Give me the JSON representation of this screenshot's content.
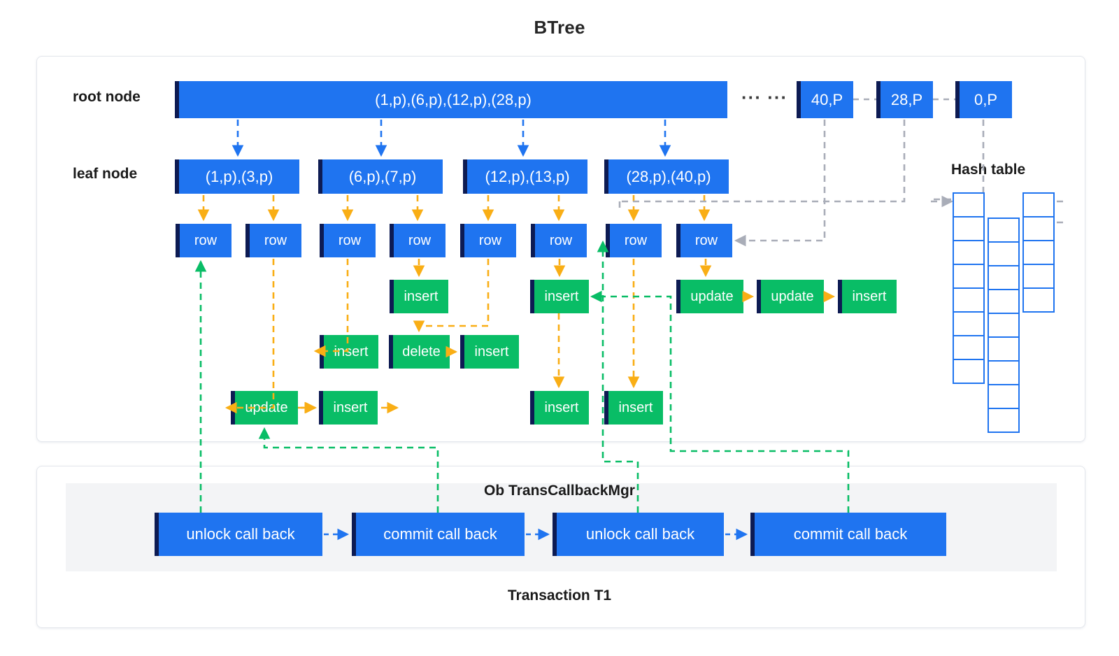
{
  "title": "BTree",
  "labels": {
    "root_node": "root node",
    "leaf_node": "leaf node",
    "hash_table": "Hash table",
    "callback_mgr": "Ob TransCallbackMgr",
    "transaction": "Transaction T1",
    "ellipsis": "··· ···"
  },
  "colors": {
    "blue": "#1f74f0",
    "green": "#09bd66",
    "navy": "#0d1b53",
    "orange": "#f9ae15",
    "gray": "#a9adb8",
    "panel_border": "#e3e6ec",
    "band": "#f3f4f6"
  },
  "btree": {
    "root": {
      "label": "(1,p),(6,p),(12,p),(28,p)"
    },
    "root_chain": [
      {
        "label": "40,P"
      },
      {
        "label": "28,P"
      },
      {
        "label": "0,P"
      }
    ],
    "leaves": [
      {
        "label": "(1,p),(3,p)"
      },
      {
        "label": "(6,p),(7,p)"
      },
      {
        "label": "(12,p),(13,p)"
      },
      {
        "label": "(28,p),(40,p)"
      }
    ],
    "rows": [
      {
        "label": "row"
      },
      {
        "label": "row"
      },
      {
        "label": "row"
      },
      {
        "label": "row"
      },
      {
        "label": "row"
      },
      {
        "label": "row"
      },
      {
        "label": "row"
      },
      {
        "label": "row"
      }
    ],
    "ops": [
      {
        "label": "insert"
      },
      {
        "label": "insert"
      },
      {
        "label": "update"
      },
      {
        "label": "update"
      },
      {
        "label": "insert"
      },
      {
        "label": "insert"
      },
      {
        "label": "delete"
      },
      {
        "label": "insert"
      },
      {
        "label": "update"
      },
      {
        "label": "insert"
      },
      {
        "label": "insert"
      },
      {
        "label": "insert"
      }
    ]
  },
  "hash_table": {
    "columns": [
      {
        "cells": 8
      },
      {
        "cells": 9
      },
      {
        "cells": 5
      }
    ]
  },
  "transaction": {
    "callbacks": [
      {
        "label": "unlock call back"
      },
      {
        "label": "commit call back"
      },
      {
        "label": "unlock call back"
      },
      {
        "label": "commit call back"
      }
    ]
  }
}
